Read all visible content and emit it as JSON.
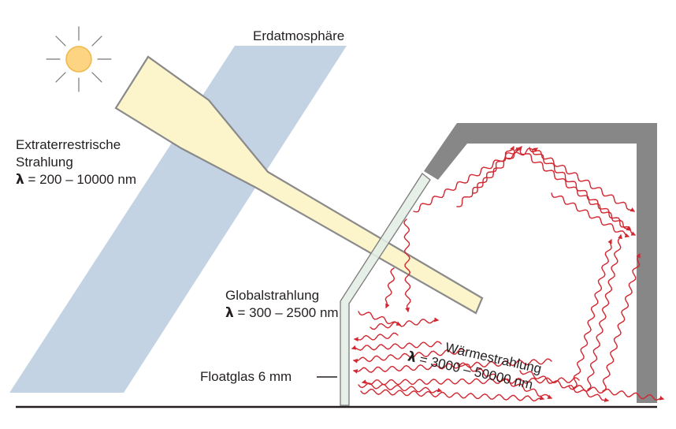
{
  "labels": {
    "atmosphere": "Erdatmosphäre",
    "extraterrestrial_line1": "Extraterrestrische",
    "extraterrestrial_line2": "Strahlung",
    "extraterrestrial_value": " = 200 – 10000 nm",
    "global_line1": "Globalstrahlung",
    "global_value": " = 300 – 2500 nm",
    "float_glass": "Floatglas 6 mm",
    "heat_line1": "Wärmestrahlung",
    "heat_value": " = 3000 – 50000 nm",
    "lambda": "λ"
  },
  "colors": {
    "atmosphere_band": "#c3d3e4",
    "beam_fill": "#fcf5cb",
    "beam_stroke": "#8a8a8a",
    "wall": "#878787",
    "glass_fill": "#e2eee6",
    "heat_rays": "#d22630",
    "sun_fill": "#fdd482",
    "sun_rays": "#777777",
    "ground": "#231f20"
  },
  "icons": {
    "sun": "sun-icon"
  }
}
